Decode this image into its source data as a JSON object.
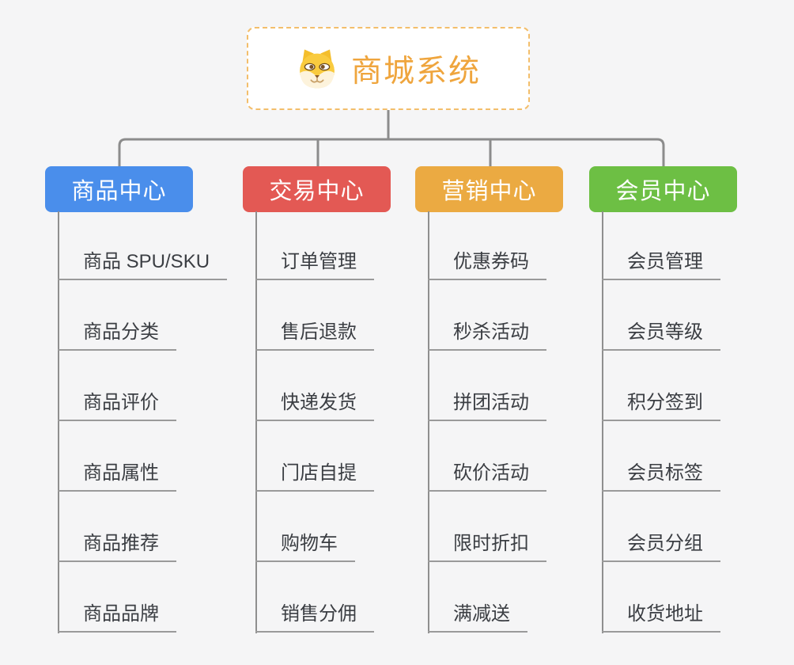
{
  "root": {
    "title": "商城系统",
    "icon": "doge-icon",
    "title_color": "#EFA53D",
    "border_color": "#F3BE6B"
  },
  "connector_color": "#8C8C8C",
  "background_color": "#F5F5F6",
  "branches": [
    {
      "label": "商品中心",
      "color": "#4A8EEB",
      "items": [
        "商品 SPU/SKU",
        "商品分类",
        "商品评价",
        "商品属性",
        "商品推荐",
        "商品品牌"
      ]
    },
    {
      "label": "交易中心",
      "color": "#E35954",
      "items": [
        "订单管理",
        "售后退款",
        "快递发货",
        "门店自提",
        "购物车",
        "销售分佣"
      ]
    },
    {
      "label": "营销中心",
      "color": "#EBAA42",
      "items": [
        "优惠券码",
        "秒杀活动",
        "拼团活动",
        "砍价活动",
        "限时折扣",
        "满减送"
      ]
    },
    {
      "label": "会员中心",
      "color": "#6DBF44",
      "items": [
        "会员管理",
        "会员等级",
        "积分签到",
        "会员标签",
        "会员分组",
        "收货地址"
      ]
    }
  ]
}
